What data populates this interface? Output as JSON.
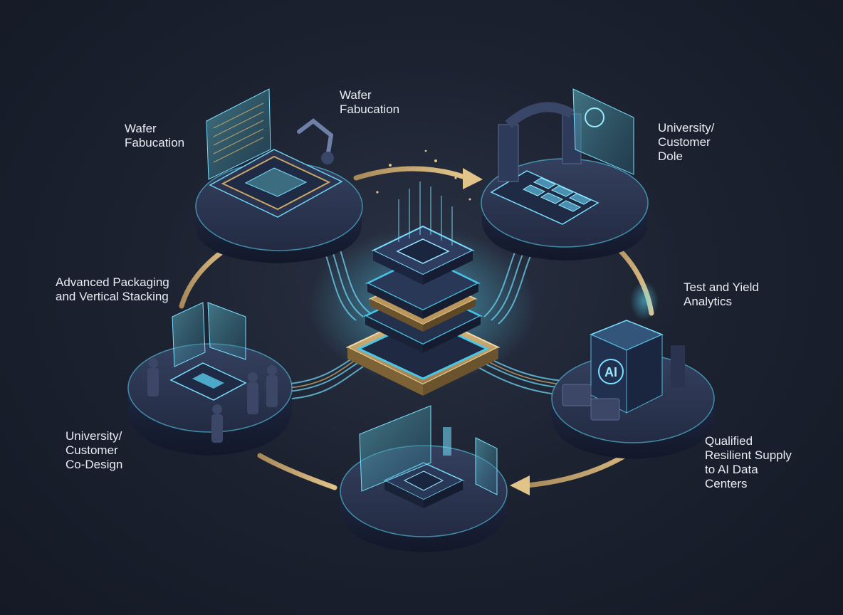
{
  "labels": {
    "wafer_left": {
      "lines": [
        "Wafer",
        "Fabucation"
      ]
    },
    "wafer_top": {
      "lines": [
        "Wafer",
        "Fabucation"
      ]
    },
    "univ_top_right": {
      "lines": [
        "University/",
        "Customer",
        "Dole"
      ]
    },
    "packaging": {
      "lines": [
        "Advanced Packaging",
        "and Vertical Stacking"
      ]
    },
    "test_yield": {
      "lines": [
        "Test and Yield",
        "Analytics"
      ]
    },
    "univ_codesign": {
      "lines": [
        "University/",
        "Customer",
        "Co-Design"
      ]
    },
    "supply": {
      "lines": [
        "Qualified",
        "Resilient Supply",
        "to AI Data",
        "Centers"
      ]
    }
  },
  "badges": {
    "ai": "AI"
  },
  "colors": {
    "background": "#1c2230",
    "platform_top": "#2b3550",
    "platform_side": "#1a2136",
    "platform_glow": "#4fb8d6",
    "arrow": "#c9a766",
    "trace": "#6fd3f2",
    "chip_gold": "#c9a766",
    "chip_cyan": "#48c6e8",
    "text": "#e8edf3"
  },
  "icons": [
    "fabrication-station-icon",
    "robot-arm-icon",
    "lithography-machine-icon",
    "ai-datacenter-icon",
    "engineers-lab-icon",
    "chip-design-station-icon",
    "stacked-chip-icon"
  ]
}
